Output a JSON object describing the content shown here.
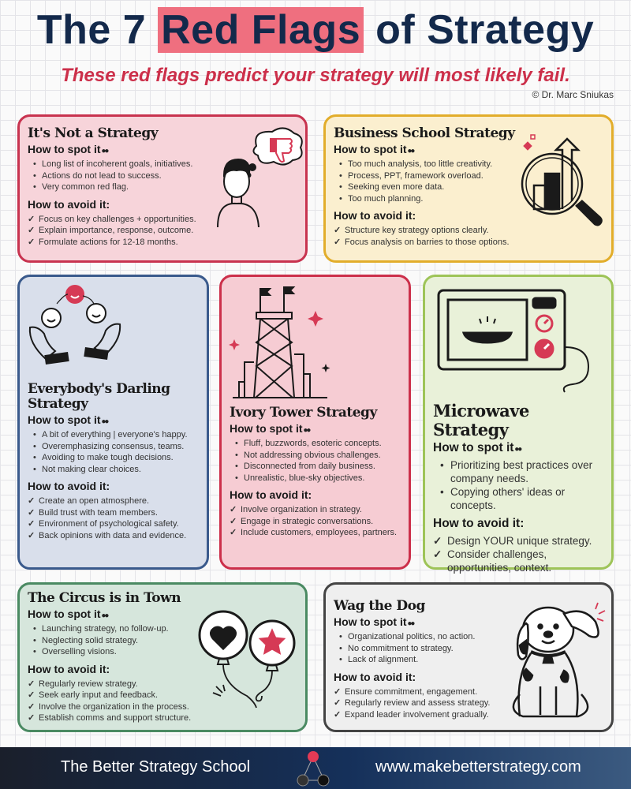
{
  "header": {
    "title_pre": "The 7",
    "title_highlight": "Red Flags",
    "title_post": "of Strategy",
    "subtitle": "These red flags predict your strategy will most likely fail.",
    "copyright": "© Dr. Marc Sniukas"
  },
  "labels": {
    "spot": "How to spot it",
    "avoid": "How to avoid it:"
  },
  "colors": {
    "navy": "#13294b",
    "red": "#cc2f4a",
    "highlight": "#ef6f7f"
  },
  "cards": [
    {
      "title": "It's Not a Strategy",
      "illustration": "person-thumbs-down-thought",
      "spot": [
        "Long list of incoherent goals, initiatives.",
        "Actions do not lead to success.",
        "Very common red flag."
      ],
      "avoid": [
        "Focus on key challenges + opportunities.",
        "Explain importance, response, outcome.",
        "Formulate actions for 12-18 months."
      ],
      "bg": "#f7d4da",
      "border": "#c8334f"
    },
    {
      "title": "Business School Strategy",
      "illustration": "magnifier-chart-arrow",
      "spot": [
        "Too much analysis, too little creativity.",
        "Process, PPT, framework overload.",
        "Seeking even more data.",
        "Too much planning."
      ],
      "avoid": [
        "Structure key strategy options clearly.",
        "Focus analysis on barries to those options."
      ],
      "bg": "#fbefcf",
      "border": "#e2ad2b"
    },
    {
      "title": "Everybody's Darling Strategy",
      "illustration": "hands-juggling-smileys",
      "spot": [
        "A bit of everything | everyone's happy.",
        "Overemphasizing consensus, teams.",
        "Avoiding to make tough decisions.",
        "Not making clear choices."
      ],
      "avoid": [
        "Create an open atmosphere.",
        "Build trust with team members.",
        "Environment of psychological safety.",
        "Back opinions with data and evidence."
      ],
      "bg": "#d9dfeb",
      "border": "#3a5a8c"
    },
    {
      "title": "Ivory Tower Strategy",
      "illustration": "tower-with-flags",
      "spot": [
        "Fluff, buzzwords, esoteric concepts.",
        "Not addressing obvious challenges.",
        "Disconnected from daily business.",
        "Unrealistic, blue-sky objectives."
      ],
      "avoid": [
        "Involve organization in strategy.",
        "Engage in strategic conversations.",
        "Include customers, employees, partners."
      ],
      "bg": "#f6ccd3",
      "border": "#cc2f4a"
    },
    {
      "title": "Microwave Strategy",
      "illustration": "microwave-oven",
      "spot": [
        "Prioritizing best practices over company needs.",
        "Copying others' ideas or concepts."
      ],
      "avoid": [
        "Design YOUR unique strategy.",
        "Consider challenges, opportunities, context."
      ],
      "bg": "#e9f1d9",
      "border": "#9ec458"
    },
    {
      "title": "The Circus is in Town",
      "illustration": "balloons-heart-star",
      "spot": [
        "Launching strategy, no follow-up.",
        "Neglecting solid strategy.",
        "Overselling visions."
      ],
      "avoid": [
        "Regularly review strategy.",
        "Seek early input and feedback.",
        "Involve the organization in the process.",
        "Establish comms and support structure."
      ],
      "bg": "#d6e6dc",
      "border": "#4a8a62"
    },
    {
      "title": "Wag the Dog",
      "illustration": "sitting-dog",
      "spot": [
        "Organizational politics, no action.",
        "No commitment to strategy.",
        "Lack of alignment."
      ],
      "avoid": [
        "Ensure commitment, engagement.",
        "Regularly review and assess strategy.",
        "Expand leader involvement gradually."
      ],
      "bg": "#efefef",
      "border": "#444444"
    }
  ],
  "footer": {
    "left": "The Better Strategy School",
    "right": "www.makebetterstrategy.com"
  }
}
